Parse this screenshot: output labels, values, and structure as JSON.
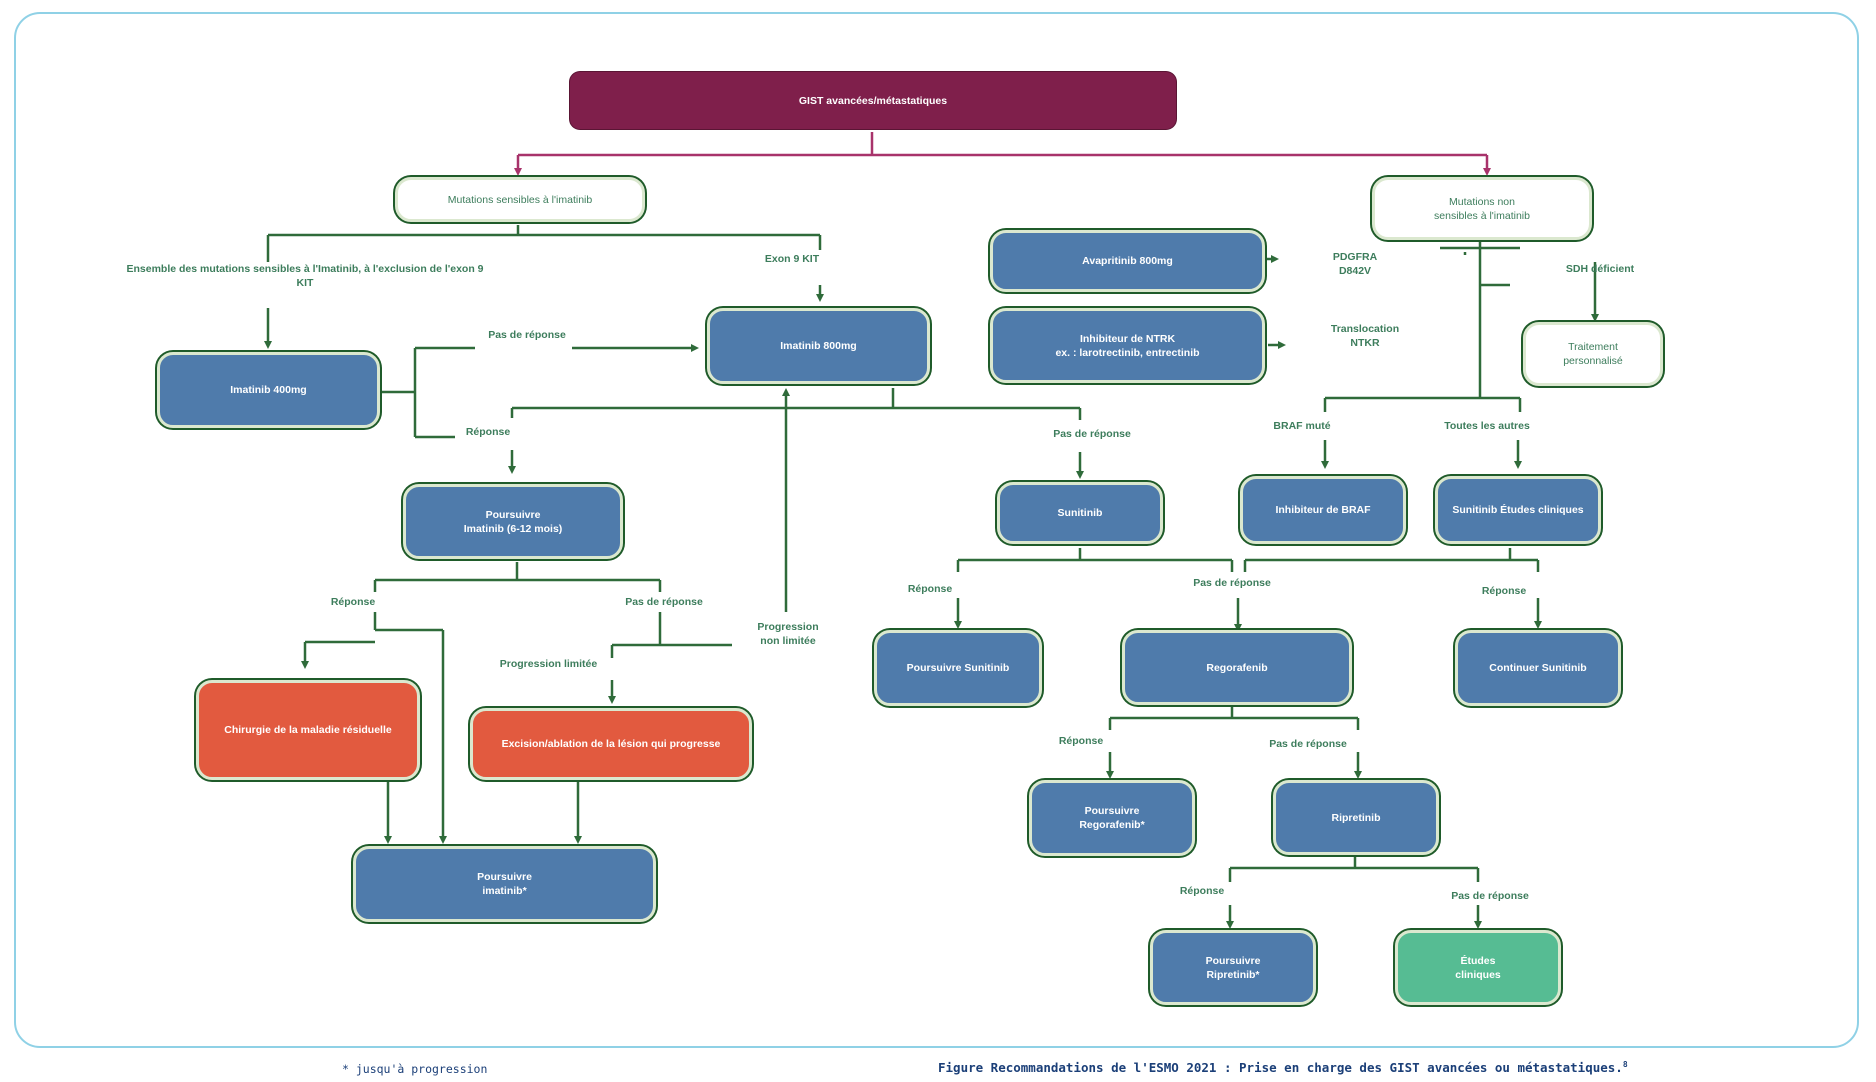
{
  "nodes": {
    "root": "GIST avancées/métastatiques",
    "sensitive": "Mutations sensibles à l'imatinib",
    "nonsensitive": "Mutations non\nsensibles à l'imatinib",
    "imatinib400": "Imatinib 400mg",
    "imatinib800": "Imatinib 800mg",
    "avapritinib": "Avapritinib 800mg",
    "ntrk": "Inhibiteur de NTRK\nex. : larotrectinib, entrectinib",
    "traitement_perso": "Traitement\npersonnalisé",
    "poursuivre_imatinib_612": "Poursuivre\nImatinib (6-12 mois)",
    "sunitinib": "Sunitinib",
    "braf_inhibitor": "Inhibiteur de BRAF",
    "sunitinib_etudes": "Sunitinib Études cliniques",
    "chirurgie": "Chirurgie de la maladie résiduelle",
    "excision": "Excision/ablation de la lésion qui progresse",
    "poursuivre_imatinib": "Poursuivre\nimatinib*",
    "poursuivre_sunitinib": "Poursuivre Sunitinib",
    "regorafenib": "Regorafenib",
    "continuer_sunitinib": "Continuer Sunitinib",
    "poursuivre_regorafenib": "Poursuivre\nRegorafenib*",
    "ripretinib": "Ripretinib",
    "poursuivre_ripretinib": "Poursuivre\nRipretinib*",
    "etudes_cliniques": "Études\ncliniques"
  },
  "labels": {
    "ensemble": "Ensemble des mutations sensibles à l'Imatinib, à l'exclusion de l'exon 9 KIT",
    "exon9": "Exon 9 KIT",
    "pas_reponse_1": "Pas de réponse",
    "reponse_1": "Réponse",
    "pas_reponse_2": "Pas de réponse",
    "pdgfra": "PDGFRA\nD842V",
    "translocation": "Translocation\nNTKR",
    "sdh": "SDH déficient",
    "braf_mute": "BRAF muté",
    "toutes_autres": "Toutes les autres",
    "reponse_2": "Réponse",
    "pas_reponse_3": "Pas de réponse",
    "progression_non_limitee": "Progression\nnon limitée",
    "progression_limitee": "Progression limitée",
    "reponse_3": "Réponse",
    "pas_reponse_4": "Pas de réponse",
    "reponse_4": "Réponse",
    "reponse_5": "Réponse",
    "pas_reponse_5": "Pas de réponse",
    "reponse_6": "Réponse",
    "pas_reponse_6": "Pas de réponse"
  },
  "footnote": "* jusqu'à progression",
  "caption": "Figure Recommandations de l'ESMO 2021 : Prise en charge des GIST avancées ou métastatiques.",
  "caption_ref": "8",
  "colors": {
    "root": "#7f1f4b",
    "blue_box": "#4f7bab",
    "red_box": "#e25a3f",
    "green_box": "#56bc93",
    "line": "#2f6b3a",
    "root_line": "#a8336b",
    "label_text": "#3d7d5c",
    "caption_text": "#1b3f78"
  }
}
